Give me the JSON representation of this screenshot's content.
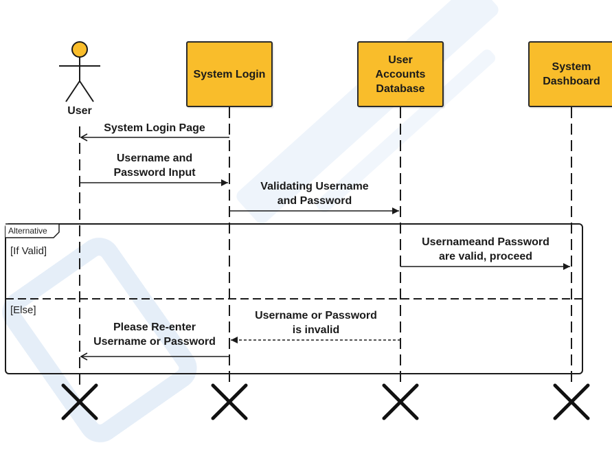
{
  "diagram": {
    "type": "sequence",
    "actor": {
      "label": "User"
    },
    "participants": [
      {
        "id": "login",
        "label": "System Login"
      },
      {
        "id": "db",
        "label": "User\nAccounts\nDatabase"
      },
      {
        "id": "dash",
        "label": "System\nDashboard"
      }
    ],
    "messages": [
      {
        "id": "m1",
        "from": "login",
        "to": "user",
        "style": "solid",
        "label_lines": [
          "System Login Page"
        ]
      },
      {
        "id": "m2",
        "from": "user",
        "to": "login",
        "style": "solid",
        "label_lines": [
          "Username and",
          "Password Input"
        ]
      },
      {
        "id": "m3",
        "from": "login",
        "to": "db",
        "style": "solid",
        "label_lines": [
          "Validating Username",
          "and Password"
        ]
      },
      {
        "id": "m4",
        "from": "db",
        "to": "dash",
        "style": "solid",
        "label_lines": [
          "Usernameand Password",
          "are valid, proceed"
        ]
      },
      {
        "id": "m5",
        "from": "db",
        "to": "login",
        "style": "dashed",
        "label_lines": [
          "Username or Password",
          "is invalid"
        ]
      },
      {
        "id": "m6",
        "from": "login",
        "to": "user",
        "style": "solid",
        "label_lines": [
          "Please Re-enter",
          "Username or Password"
        ]
      }
    ],
    "fragment": {
      "tag": "Alternative",
      "guards": [
        "[If Valid]",
        "[Else]"
      ]
    },
    "colors": {
      "box_fill": "#f9bd2b",
      "line": "#1a1a1a",
      "watermark": "#e6eefa"
    }
  }
}
